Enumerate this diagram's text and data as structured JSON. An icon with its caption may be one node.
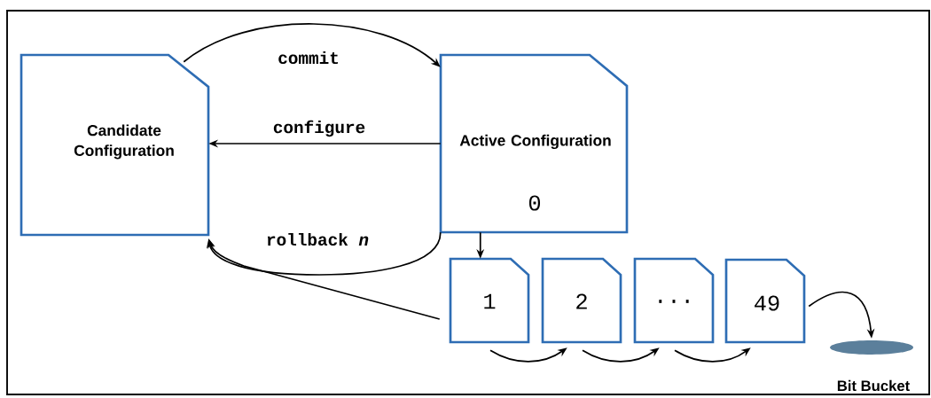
{
  "diagram": {
    "nodes": [
      {
        "text": [
          "Candidate Configuration"
        ]
      },
      {
        "text": [
          "Active Configuration",
          "0"
        ]
      },
      {
        "text": [
          "1"
        ]
      },
      {
        "text": [
          "2"
        ]
      },
      {
        "text": [
          "..."
        ]
      },
      {
        "text": [
          "49"
        ]
      },
      {
        "text": [],
        "shape": "disk",
        "beside": [
          "Bit Bucket"
        ]
      }
    ],
    "edges": [
      {
        "from": 0,
        "to": 1,
        "arrow": "to",
        "label": "commit"
      },
      {
        "from": 1,
        "to": 0,
        "arrow": "to",
        "label": "configure"
      },
      {
        "from": 1,
        "to": 0,
        "arrow": "to",
        "label": "rollback *n*"
      },
      {
        "from": 2,
        "to": 0,
        "arrow": "to"
      },
      {
        "from": 1,
        "to": 2,
        "arrow": "to"
      },
      {
        "from": 2,
        "to": 3,
        "arrow": "to"
      },
      {
        "from": 3,
        "to": 4,
        "arrow": "to"
      },
      {
        "from": 4,
        "to": 5,
        "arrow": "to"
      },
      {
        "from": 5,
        "to": 6,
        "arrow": "to"
      }
    ]
  }
}
